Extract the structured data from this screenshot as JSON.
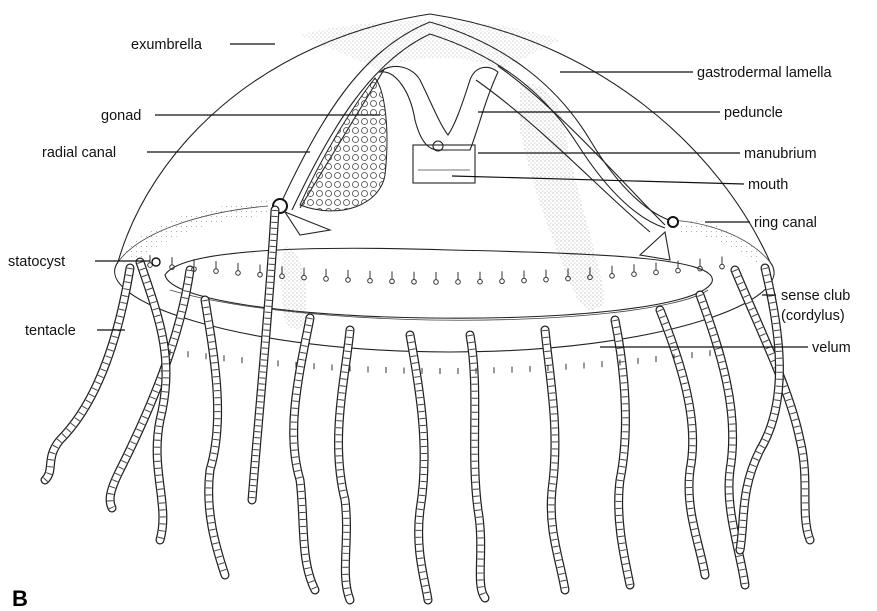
{
  "figure": {
    "panel_letter": "B",
    "labels": {
      "exumbrella": "exumbrella",
      "gonad": "gonad",
      "radial_canal": "radial canal",
      "statocyst": "statocyst",
      "tentacle": "tentacle",
      "gastrodermal_lamella": "gastrodermal lamella",
      "peduncle": "peduncle",
      "manubrium": "manubrium",
      "mouth": "mouth",
      "ring_canal": "ring canal",
      "sense_club_1": "sense club",
      "sense_club_2": "(cordylus)",
      "velum": "velum"
    }
  },
  "colors": {
    "ink": "#111111",
    "background": "#ffffff",
    "stipple": "#555555"
  }
}
